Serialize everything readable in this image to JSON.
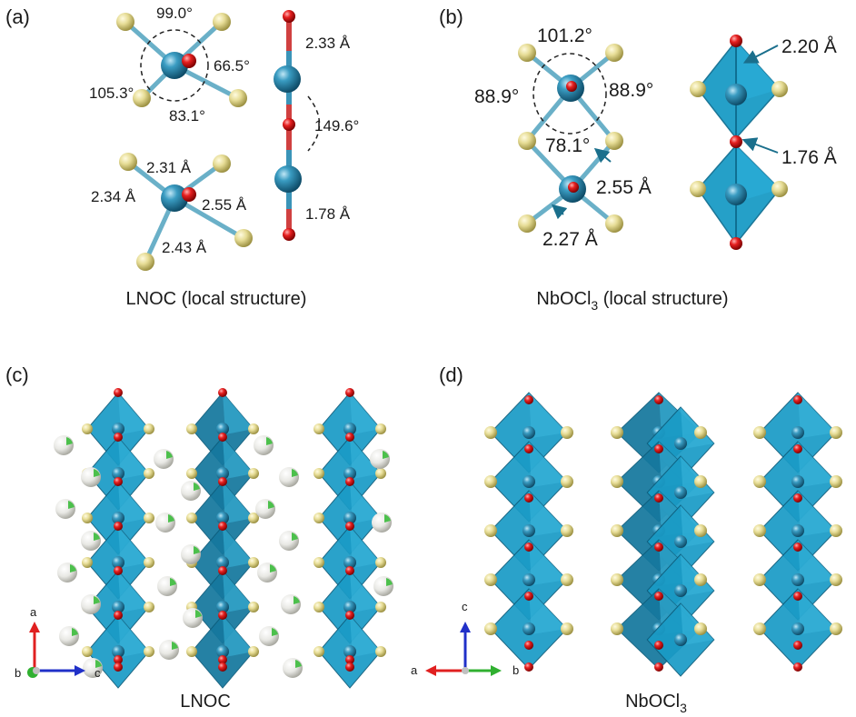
{
  "panels": {
    "a": {
      "label": "(a)",
      "caption": "LNOC (local structure)",
      "angles": [
        "99.0°",
        "66.5°",
        "105.3°",
        "83.1°",
        "149.6°"
      ],
      "bonds": [
        "2.33 Å",
        "2.31 Å",
        "2.34 Å",
        "2.55 Å",
        "2.43 Å",
        "1.78 Å"
      ]
    },
    "b": {
      "label": "(b)",
      "caption_main": "NbOCl",
      "caption_sub": "3",
      "caption_rest": " (local structure)",
      "angles": [
        "101.2°",
        "88.9°",
        "88.9°",
        "78.1°"
      ],
      "bonds": [
        "2.20 Å",
        "1.76 Å",
        "2.55 Å",
        "2.27 Å"
      ]
    },
    "c": {
      "label": "(c)",
      "caption": "LNOC",
      "axes": {
        "up": "a",
        "right": "c",
        "out": "b"
      }
    },
    "d": {
      "label": "(d)",
      "caption_main": "NbOCl",
      "caption_sub": "3",
      "axes": {
        "up": "c",
        "left": "a",
        "right": "b"
      }
    }
  },
  "colors": {
    "nb": "#2a86a8",
    "o": "#e01818",
    "cl": "#e7e0a0",
    "la": "#ecece8",
    "n": "#4cc04c",
    "octahedron": "#1996c0",
    "bond": "#5aa5c0",
    "axis_red": "#e02020",
    "axis_blue": "#2030c8",
    "axis_green": "#30b030"
  }
}
